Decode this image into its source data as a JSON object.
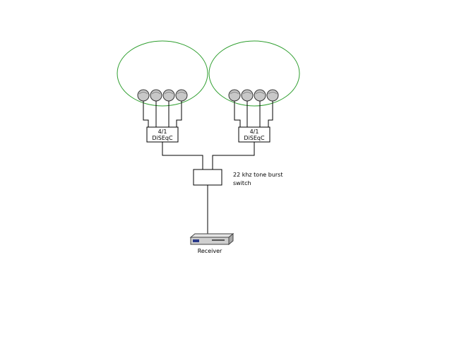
{
  "colors": {
    "background": "#ffffff",
    "lines": "#000000",
    "ellipse": "#2e9e2e",
    "dish_fill": "#c8c8c8",
    "box_fill": "#ffffff",
    "receiver_body": "#cfcfcf",
    "receiver_panel": "#2a3a8a"
  },
  "icons": {
    "dish": "satellite-dish-icon",
    "receiver": "receiver-icon"
  },
  "left_group": {
    "dish_count": 4,
    "switch_label_line1": "4/1",
    "switch_label_line2": "DiSEqC"
  },
  "right_group": {
    "dish_count": 4,
    "switch_label_line1": "4/1",
    "switch_label_line2": "DiSEqC"
  },
  "tone_switch": {
    "label_line1": "22 khz tone burst",
    "label_line2": "switch"
  },
  "receiver": {
    "label": "Receiver"
  }
}
